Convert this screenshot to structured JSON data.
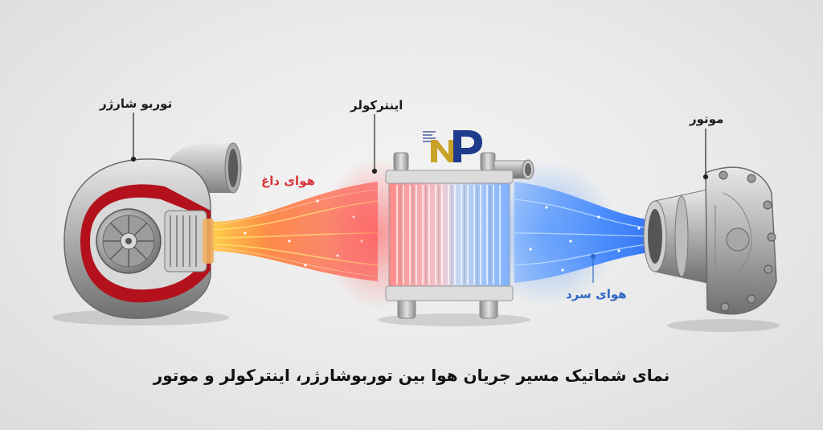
{
  "labels": {
    "turbocharger": "توربو شارژر",
    "intercooler": "اینترکولر",
    "engine": "موتور",
    "hot_air": "هوای داغ",
    "cold_air": "هوای سرد"
  },
  "caption": "نمای شماتیک مسیر جریان هوا بین توربوشارژر، اینترکولر و موتور",
  "logo": {
    "text": "NP",
    "letter_color_1": "#c9a227",
    "letter_color_2": "#1f3b8c"
  },
  "colors": {
    "hot_flow": "#ff5a2a",
    "hot_flow_core": "#ffb020",
    "cold_flow": "#2f7bff",
    "hot_label": "#d8343a",
    "cold_label": "#2f67c5",
    "metal": "#b9b9b9",
    "turbo_cutaway": "#b3121c"
  },
  "icons": [
    "turbocharger-icon",
    "intercooler-icon",
    "engine-intake-icon",
    "logo-icon"
  ]
}
